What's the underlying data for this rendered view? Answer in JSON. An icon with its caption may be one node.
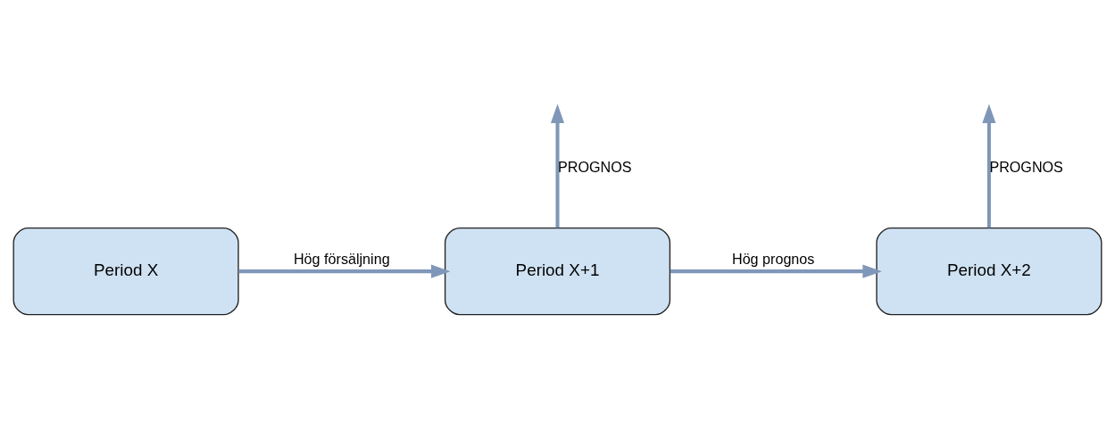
{
  "diagram": {
    "nodes": [
      {
        "text": [
          "Period X"
        ]
      },
      {
        "text": [
          "Period X+1"
        ]
      },
      {
        "text": [
          "Period X+2"
        ]
      }
    ],
    "edges": [
      {
        "from": 0,
        "to": 1,
        "arrow": "to",
        "label": "Hög försäljning"
      },
      {
        "from": 1,
        "to": null,
        "arrow": "to",
        "label": "PROGNOS"
      },
      {
        "from": 1,
        "to": 2,
        "arrow": "to",
        "label": "Hög prognos"
      },
      {
        "from": 2,
        "to": null,
        "arrow": "to",
        "label": "PROGNOS"
      }
    ]
  }
}
